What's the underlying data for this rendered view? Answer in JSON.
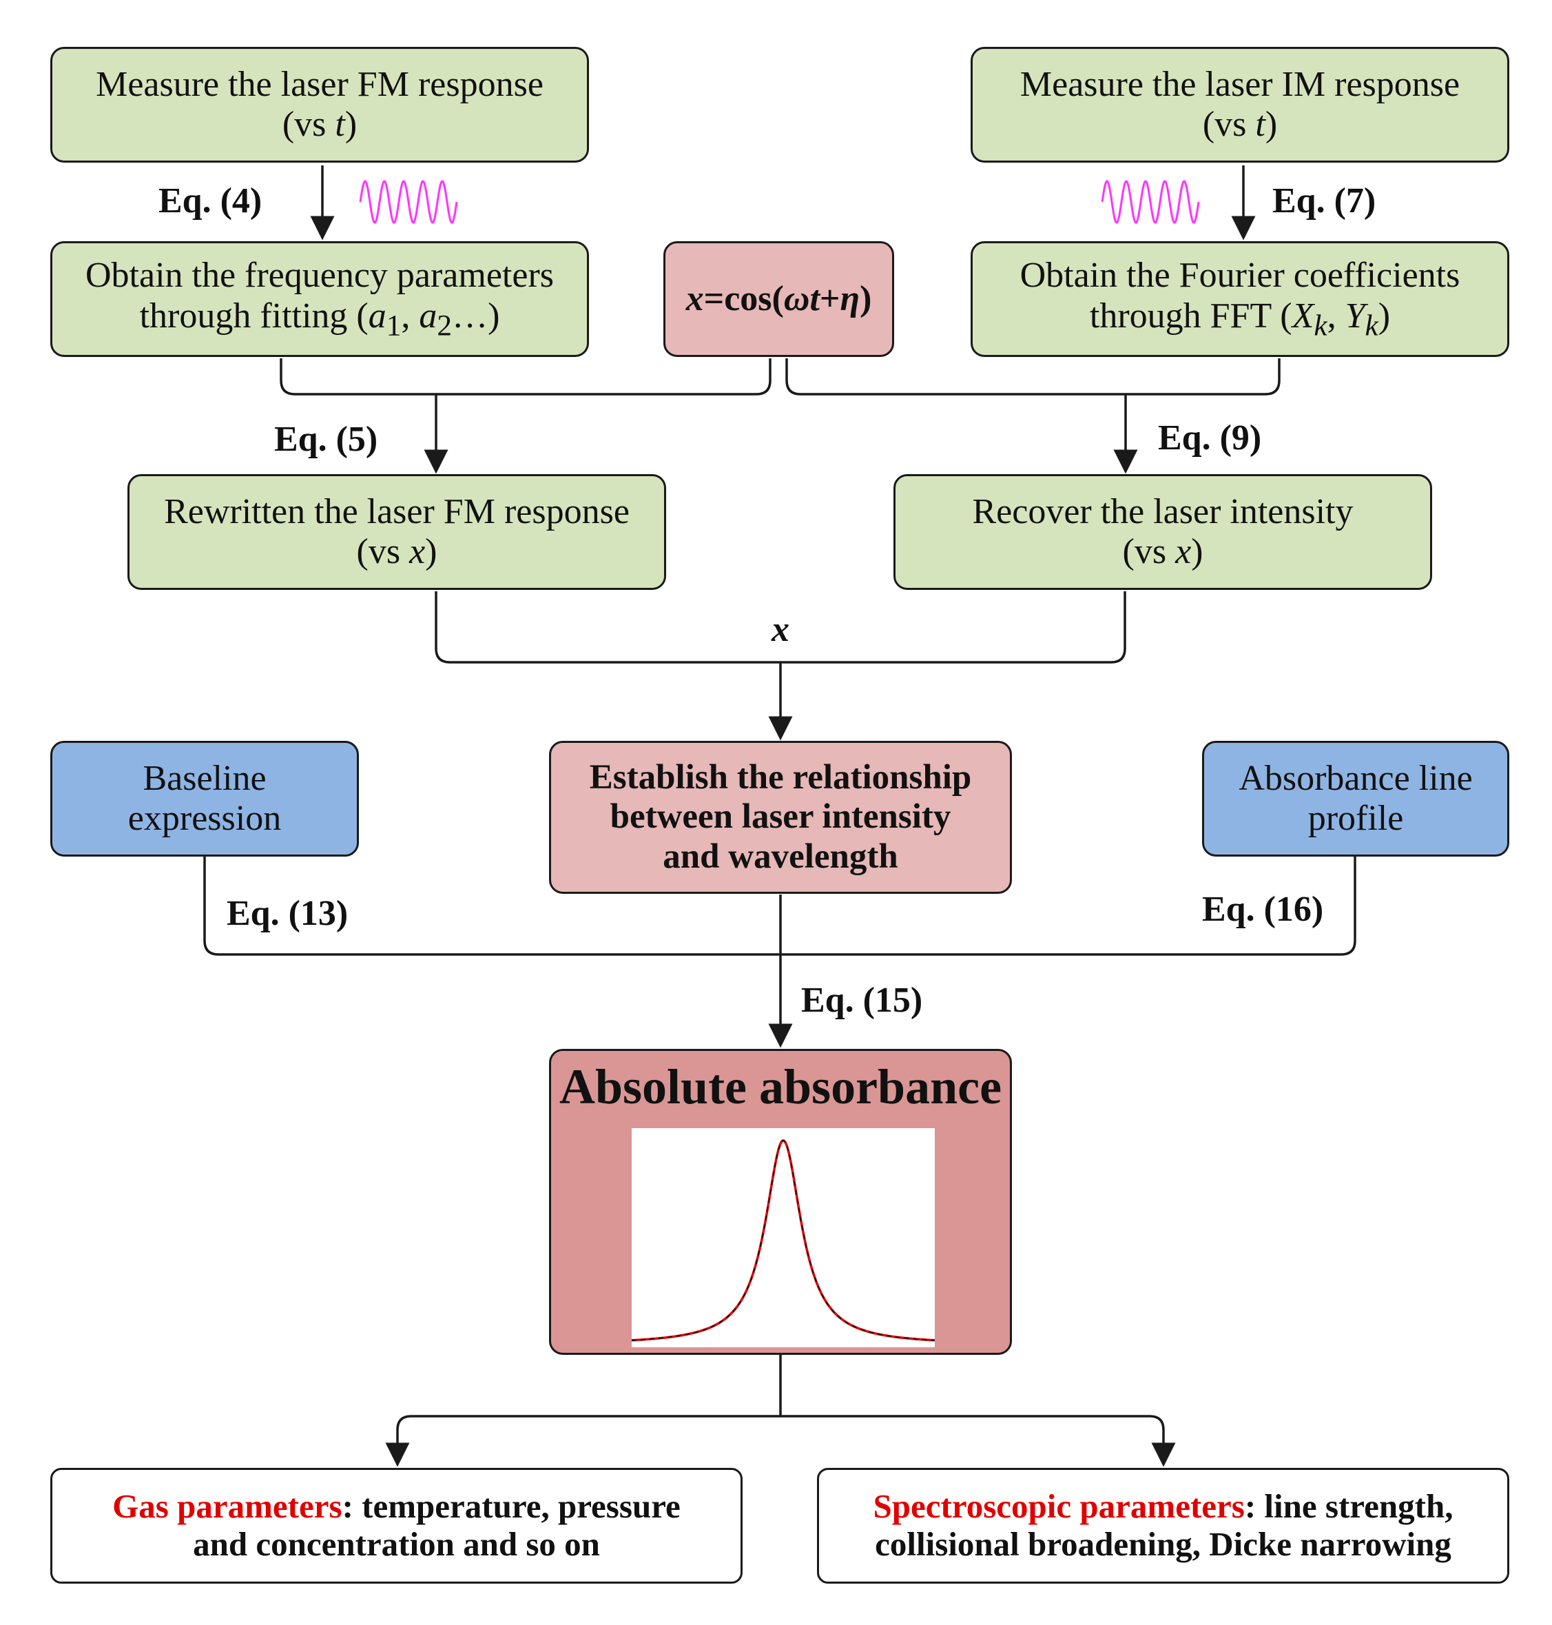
{
  "nodes": {
    "fm_measure": {
      "line1": "Measure the laser FM response",
      "line2_prefix": "(vs ",
      "line2_var": "t",
      "line2_suffix": ")"
    },
    "im_measure": {
      "line1": "Measure the laser IM response",
      "line2_prefix": "(vs ",
      "line2_var": "t",
      "line2_suffix": ")"
    },
    "freq_params": {
      "line1": "Obtain the frequency parameters",
      "line2_prefix": "through fitting (",
      "a": "a",
      "sub1": "1",
      "sep": ", ",
      "sub2": "2",
      "line2_suffix": "…)"
    },
    "x_def": {
      "x": "x",
      "eq": "=cos(",
      "omega_t": "ωt",
      "plus": "+",
      "eta": "η",
      "close": ")"
    },
    "fourier": {
      "line1": "Obtain the Fourier coefficients",
      "line2_prefix": "through FFT (",
      "X": "X",
      "k": "k",
      "sep": ",  ",
      "Y": "Y",
      "line2_suffix": ")"
    },
    "fm_rewrite": {
      "line1": "Rewritten the laser FM response",
      "line2_prefix": "(vs ",
      "line2_var": "x",
      "line2_suffix": ")"
    },
    "recover": {
      "line1": "Recover the laser intensity",
      "line2_prefix": "(vs ",
      "line2_var": "x",
      "line2_suffix": ")"
    },
    "baseline": {
      "line1": "Baseline",
      "line2": "expression"
    },
    "establish": {
      "line1": "Establish the relationship",
      "line2": "between laser intensity",
      "line3": "and wavelength"
    },
    "line_profile": {
      "line1": "Absorbance line",
      "line2": "profile"
    },
    "absolute": {
      "title": "Absolute absorbance"
    },
    "gas": {
      "highlight": "Gas parameters",
      "rest1": ": temperature, pressure",
      "line2": "and concentration and so on"
    },
    "spectro": {
      "highlight": "Spectroscopic parameters",
      "rest1": ": line strength,",
      "line2": "collisional broadening, Dicke narrowing"
    }
  },
  "labels": {
    "eq4": "Eq. (4)",
    "eq7": "Eq. (7)",
    "eq5": "Eq. (5)",
    "eq9": "Eq. (9)",
    "x_join": "x",
    "eq13": "Eq. (13)",
    "eq16": "Eq. (16)",
    "eq15": "Eq. (15)"
  },
  "colors": {
    "green_box": "#d6e4bd",
    "blue_box": "#8eb4e3",
    "pink_box": "#e6b8b7",
    "red_box": "#d99694",
    "highlight_text": "#e00000",
    "sine_wave": "#ff33ff",
    "curve_red": "#e60000",
    "curve_dash": "#1a1a1a"
  },
  "icons": {
    "sine_glyph": "sine-wave-icon",
    "absorbance_plot": "lorentzian-peak-icon"
  }
}
